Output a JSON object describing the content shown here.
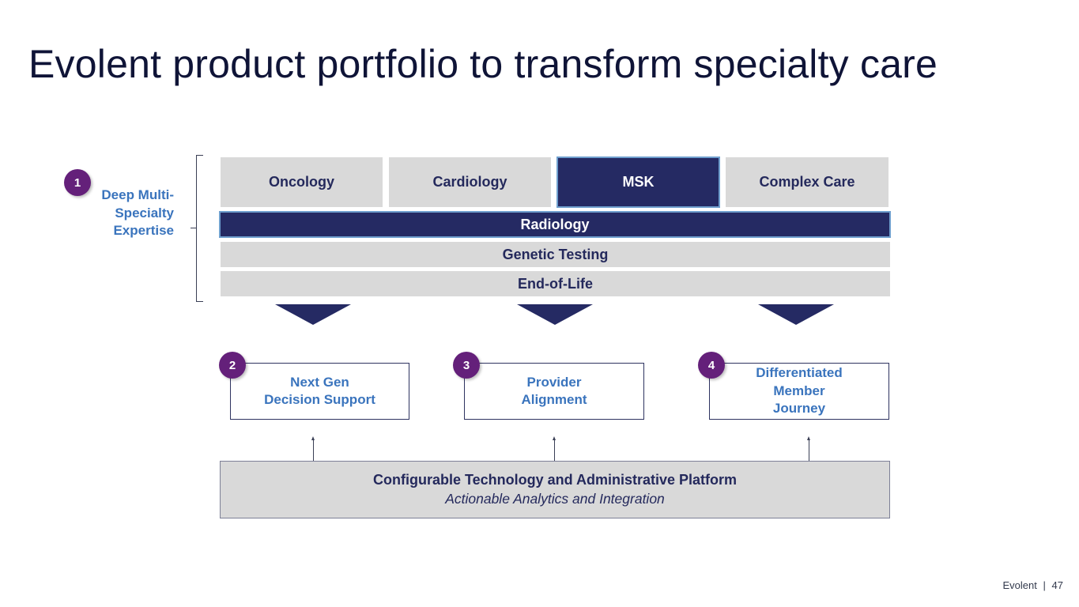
{
  "slide": {
    "title": "Evolent product portfolio to transform specialty care",
    "footer": {
      "brand": "Evolent",
      "separator": "|",
      "page_number": "47"
    }
  },
  "expertise": {
    "badge": "1",
    "label_lines": [
      "Deep Multi-",
      "Specialty",
      "Expertise"
    ],
    "specialties": [
      {
        "label": "Oncology",
        "highlighted": false
      },
      {
        "label": "Cardiology",
        "highlighted": false
      },
      {
        "label": "MSK",
        "highlighted": true
      },
      {
        "label": "Complex Care",
        "highlighted": false
      }
    ],
    "bands": [
      {
        "label": "Radiology",
        "highlighted": true
      },
      {
        "label": "Genetic Testing",
        "highlighted": false
      },
      {
        "label": "End-of-Life",
        "highlighted": false
      }
    ]
  },
  "pillars": [
    {
      "badge": "2",
      "lines": [
        "Next Gen",
        "Decision Support"
      ]
    },
    {
      "badge": "3",
      "lines": [
        "Provider",
        "Alignment"
      ]
    },
    {
      "badge": "4",
      "lines": [
        "Differentiated",
        "Member",
        "Journey"
      ]
    }
  ],
  "platform": {
    "title": "Configurable Technology and Administrative Platform",
    "subtitle": "Actionable Analytics and Integration"
  },
  "colors": {
    "navy": "#252a63",
    "gray": "#d9d9d9",
    "accent_blue": "#3a74bd",
    "badge_purple": "#64207a",
    "title_text": "#0f1437"
  }
}
